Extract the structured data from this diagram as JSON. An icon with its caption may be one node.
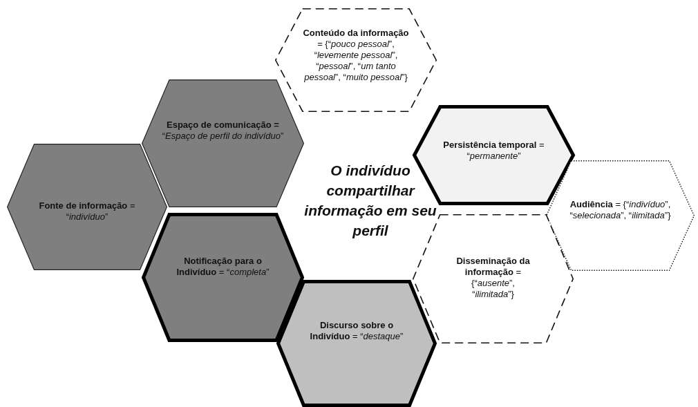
{
  "diagram": {
    "nodes": [
      {
        "text": [
          "**Conteúdo da informação** = {“*pouco pessoal*”, “*levemente pessoal*”, “*pessoal*”, “*um tanto pessoal*”, “*muito pessoal*”}"
        ]
      },
      {
        "text": [
          "**Espaço de comunicação =** “*Espaço de perfil do indivíduo*”"
        ]
      },
      {
        "text": [
          "**Persistência temporal** = “*permanente*”"
        ]
      },
      {
        "text": [
          "**Fonte de informação** = “*indivíduo*”"
        ]
      },
      {
        "text": [
          "**Audiência** = {“*indivíduo*”, “*selecionada*”, “*ilimitada*”}"
        ]
      },
      {
        "text": [
          "**Notificação para o Indivíduo** = “*completa*”"
        ]
      },
      {
        "text": [
          "**Disseminação da informação** = {“*ausente*”, “*ilimitada*”}"
        ]
      },
      {
        "text": [
          "**Discurso sobre o Indivíduo** = “*destaque*”"
        ]
      }
    ],
    "edges": [],
    "labels": [
      "O indivíduo compartilhar informação em seu perfil"
    ]
  }
}
